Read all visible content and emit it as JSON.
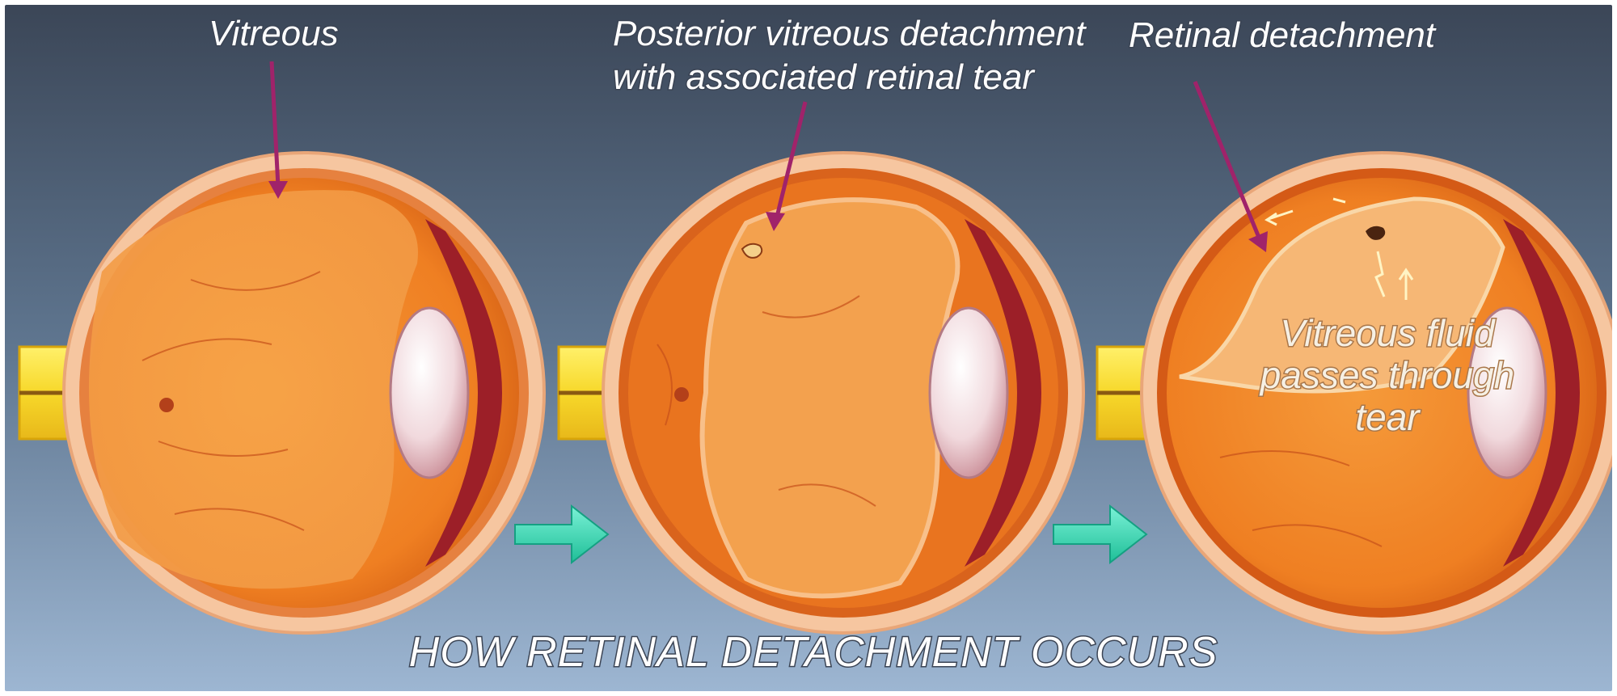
{
  "labels": {
    "vitreous": "Vitreous",
    "pvd_line1": "Posterior vitreous detachment",
    "pvd_line2": "with associated retinal tear",
    "retinal_detachment": "Retinal detachment",
    "fluid_line1": "Vitreous fluid",
    "fluid_line2": "passes through",
    "fluid_line3": "tear",
    "title": "HOW RETINAL DETACHMENT OCCURS"
  },
  "colors": {
    "background_top": "#3b4657",
    "background_bottom": "#8ea9c7",
    "globe": "#f08a2a",
    "sclera": "#f6c6a0",
    "optic_nerve": "#f7d82a",
    "pointer": "#a0236a",
    "arrow": "#2fd6b0"
  },
  "icons": {
    "progression_arrow": "right-arrow-icon"
  }
}
